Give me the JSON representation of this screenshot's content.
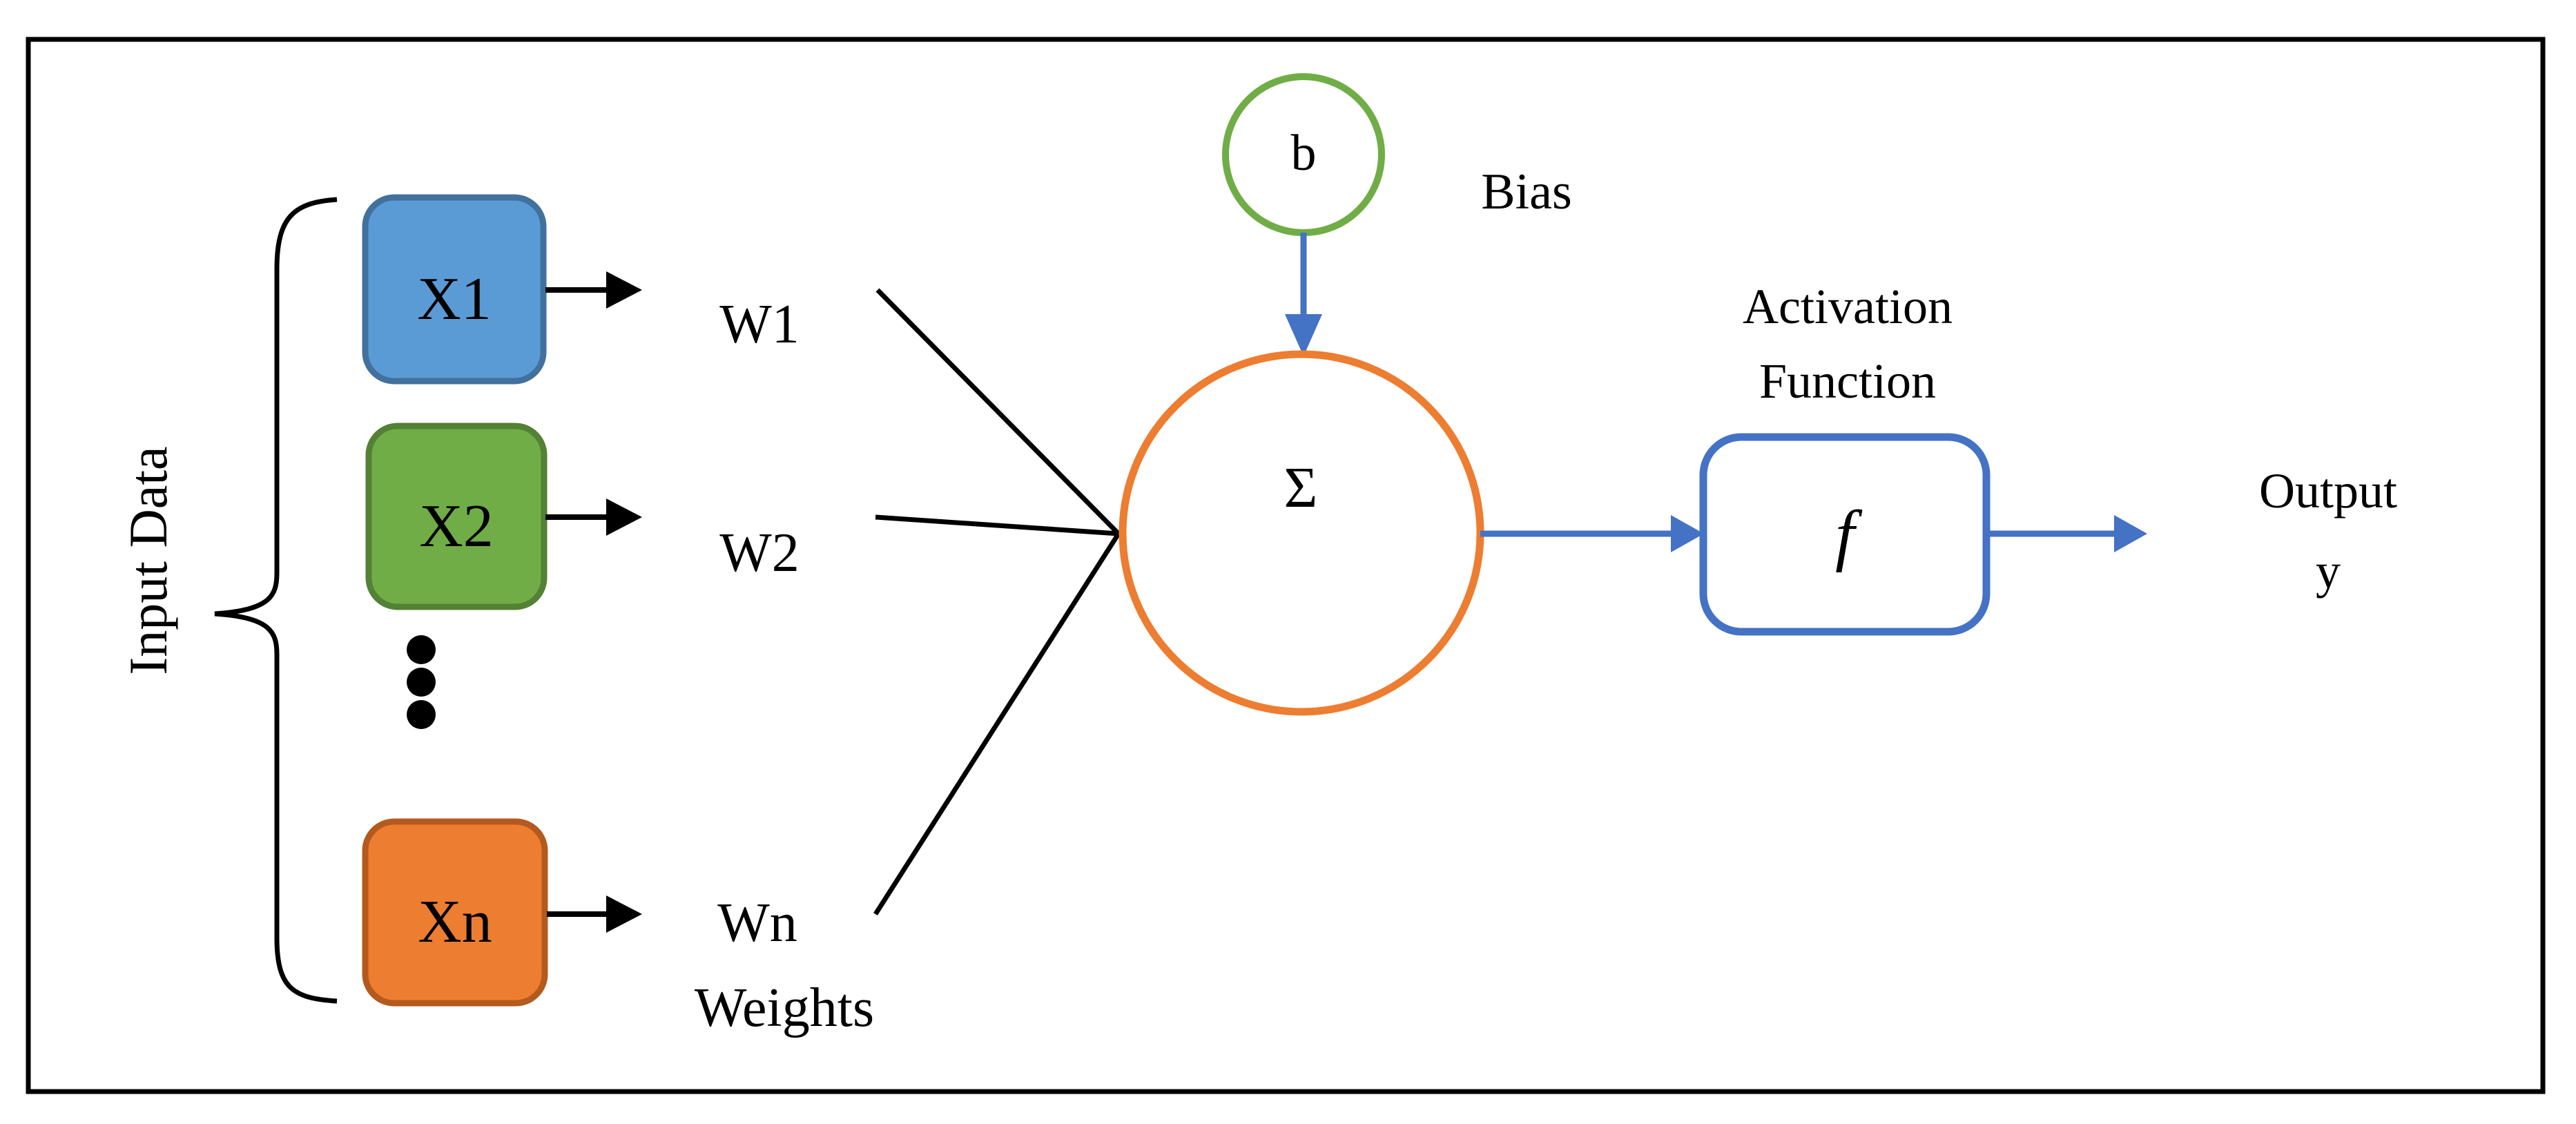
{
  "figure": {
    "kind": "perceptron-diagram"
  },
  "captions": {
    "input_data": "Input Data",
    "w1": "W1",
    "w2": "W2",
    "wn": "Wn",
    "weights": "Weights",
    "bias": "Bias",
    "activation_line1": "Activation",
    "activation_line2": "Function",
    "output_line1": "Output",
    "output_line2": "y"
  },
  "nodes": {
    "x1": {
      "label": "X1",
      "fill": "#5B9BD5",
      "stroke": "#41719C"
    },
    "x2": {
      "label": "X2",
      "fill": "#70AD47",
      "stroke": "#538135"
    },
    "xn": {
      "label": "Xn",
      "fill": "#ED7D31",
      "stroke": "#B45A1E"
    },
    "bias": {
      "label": "b",
      "stroke": "#70AD47"
    },
    "sum": {
      "label": "Σ",
      "stroke": "#ED7D31"
    },
    "activation": {
      "label": "f",
      "stroke": "#4472C4"
    }
  },
  "colors": {
    "accent_blue": "#4472C4",
    "connector_black": "#000000",
    "frame_black": "#000000",
    "node_fill_white": "#ffffff"
  }
}
